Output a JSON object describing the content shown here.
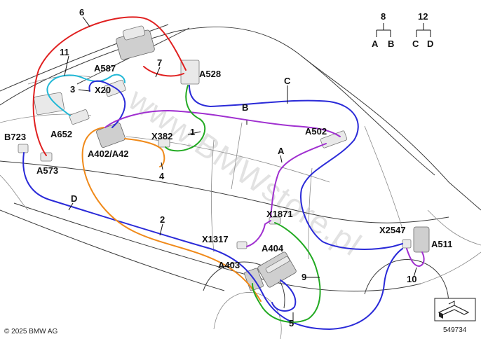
{
  "diagram": {
    "watermark": "www.BMWstore.pl",
    "copyright": "© 2025 BMW AG",
    "figure_number": "549734",
    "legend": {
      "group_a": {
        "parent": "8",
        "children": [
          "A",
          "B"
        ]
      },
      "group_b": {
        "parent": "12",
        "children": [
          "C",
          "D"
        ]
      }
    },
    "labels": {
      "l1": "1",
      "l2": "2",
      "l3": "3",
      "l4": "4",
      "l5": "5",
      "l6": "6",
      "l7": "7",
      "l9": "9",
      "l10": "10",
      "l11": "11",
      "lA": "A",
      "lB": "B",
      "lC": "C",
      "lD": "D",
      "a587": "A587",
      "a528": "A528",
      "x20": "X20",
      "a652": "A652",
      "b723": "B723",
      "a573": "A573",
      "a402": "A402/A42",
      "x382": "X382",
      "a502": "A502",
      "x1871": "X1871",
      "x1317": "X1317",
      "a404": "A404",
      "a403": "A403",
      "x2547": "X2547",
      "a511": "A511"
    },
    "wire_colors": {
      "red": "#e02020",
      "cyan": "#22b8d6",
      "blue": "#2a2ad8",
      "purple": "#a030d0",
      "orange": "#f08a1a",
      "green": "#22aa22"
    }
  }
}
